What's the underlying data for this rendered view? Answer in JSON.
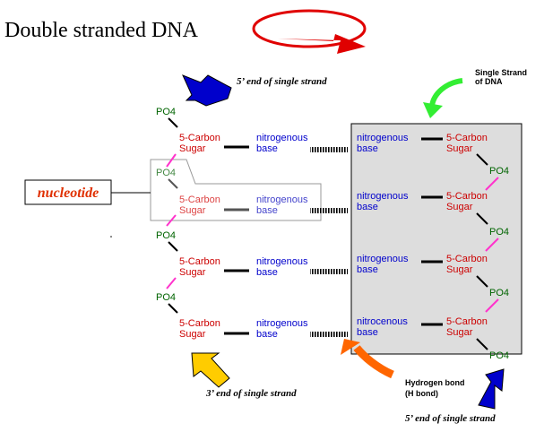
{
  "title": "Double stranded DNA",
  "labels": {
    "five_prime_end_top": "5’ end of single strand",
    "five_prime_end_bottom": "5’ end of single strand",
    "three_prime_end": "3’ end of single strand",
    "single_strand_line1": "Single Strand",
    "single_strand_line2": "of DNA",
    "hydrogen_bond_line1": "Hydrogen bond",
    "hydrogen_bond_line2": "(H bond)",
    "nucleotide": "nucleotide"
  },
  "left_strand": {
    "phosphates": [
      "PO4",
      "PO4",
      "PO4",
      "PO4"
    ],
    "sugars": [
      {
        "line1": "5-Carbon",
        "line2": "Sugar"
      },
      {
        "line1": "5-Carbon",
        "line2": "Sugar"
      },
      {
        "line1": "5-Carbon",
        "line2": "Sugar"
      },
      {
        "line1": "5-Carbon",
        "line2": "Sugar"
      }
    ],
    "bases": [
      {
        "line1": "nitrogenous",
        "line2": "base"
      },
      {
        "line1": "nitrogenous",
        "line2": "base"
      },
      {
        "line1": "nitrogenous",
        "line2": "base"
      },
      {
        "line1": "nitrogenous",
        "line2": "base"
      }
    ]
  },
  "right_strand": {
    "bases": [
      {
        "line1": "nitrogenous",
        "line2": "base"
      },
      {
        "line1": "nitrogenous",
        "line2": "base"
      },
      {
        "line1": "nitrogenous",
        "line2": "base"
      },
      {
        "line1": "nitrocenous",
        "line2": "base"
      }
    ],
    "sugars": [
      {
        "line1": "5-Carbon",
        "line2": "Sugar"
      },
      {
        "line1": "5-Carbon",
        "line2": "Sugar"
      },
      {
        "line1": "5-Carbon",
        "line2": "Sugar"
      },
      {
        "line1": "5-Carbon",
        "line2": "Sugar"
      }
    ],
    "phosphates": [
      "PO4",
      "PO4",
      "PO4",
      "PO4"
    ]
  },
  "colors": {
    "phosphate": "#006400",
    "sugar": "#cc0000",
    "base": "#0000cc",
    "sugar_phosphate_link": "#ff33cc",
    "box_fill": "#dddddd",
    "nucleotide_text": "#e03000",
    "rotation_arrow": "#e00000",
    "arrow_blue": "#0000cc",
    "arrow_green": "#33ee33",
    "arrow_orange": "#ff6600",
    "arrow_yellow": "#ffcc00"
  }
}
